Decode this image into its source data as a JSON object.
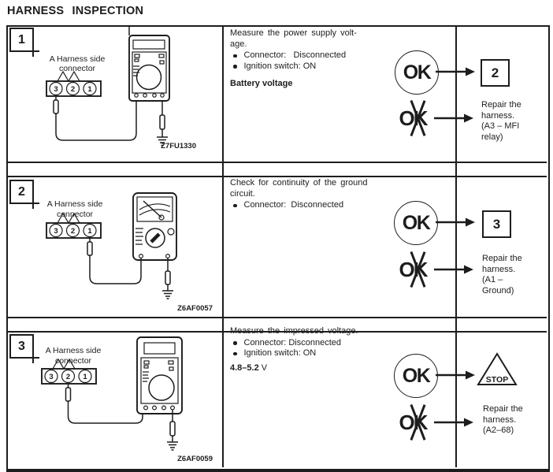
{
  "title": "HARNESS  INSPECTION",
  "rows": [
    {
      "step": "1",
      "figure": {
        "connector_label_line1": "A Harness side",
        "connector_label_line2": "connector",
        "pins": [
          "3",
          "2",
          "1"
        ],
        "code": "Z7FU1330"
      },
      "instruction": {
        "main": "Measure the power supply volt-\nage.",
        "bullets": [
          "Connector:   Disconnected",
          "Ignition switch: ON"
        ],
        "spec_bold": "Battery voltage",
        "spec_tail": ""
      },
      "ok": {
        "symbol": "OK",
        "result_type": "step",
        "result_label": "2"
      },
      "ng": {
        "symbol": "OK",
        "action": "Repair the\nharness.\n(A3 – MFI\nrelay)"
      }
    },
    {
      "step": "2",
      "figure": {
        "connector_label_line1": "A Harness side",
        "connector_label_line2": "connector",
        "pins": [
          "3",
          "2",
          "1"
        ],
        "code": "Z6AF0057"
      },
      "instruction": {
        "main": "Check for continuity of the ground\ncircuit.",
        "bullets": [
          "Connector:  Disconnected"
        ],
        "spec_bold": "",
        "spec_tail": ""
      },
      "ok": {
        "symbol": "OK",
        "result_type": "step",
        "result_label": "3"
      },
      "ng": {
        "symbol": "OK",
        "action": "Repair the\nharness.\n(A1 –\nGround)"
      }
    },
    {
      "step": "3",
      "figure": {
        "connector_label_line1": "A Harness side",
        "connector_label_line2": "connector",
        "pins": [
          "3",
          "2",
          "1"
        ],
        "code": "Z6AF0059"
      },
      "instruction": {
        "main": "Measure the impressed voltage.",
        "bullets": [
          "Connector: Disconnected",
          "Ignition switch: ON"
        ],
        "spec_bold": "4.8–5.2",
        "spec_tail": " V"
      },
      "ok": {
        "symbol": "OK",
        "result_type": "stop",
        "result_label": "STOP"
      },
      "ng": {
        "symbol": "OK",
        "action": "Repair the\nharness.\n(A2–68)"
      }
    }
  ]
}
